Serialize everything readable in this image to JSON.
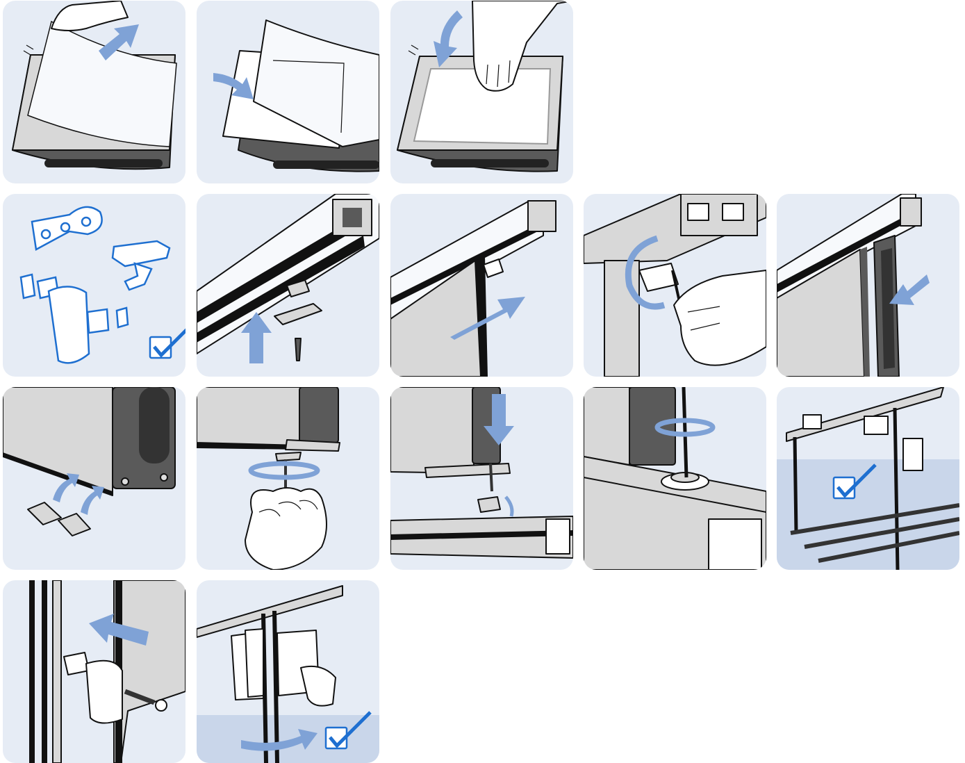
{
  "page": {
    "background": "#ffffff"
  },
  "colors": {
    "tile_background": "#e6ecf5",
    "floor": "#c9d6ea",
    "arrow": "#7fa2d6",
    "accent_blue": "#1e6fd0",
    "panel_dark": "#5a5a5a",
    "panel_light": "#d8d8d8",
    "line": "#111111"
  },
  "steps": [
    {
      "id": "s1",
      "depicts": "lift-cover-film"
    },
    {
      "id": "s2",
      "depicts": "insert-sheet"
    },
    {
      "id": "s3",
      "depicts": "press-cover-film"
    },
    {
      "id": "s4",
      "depicts": "parts-overview-check"
    },
    {
      "id": "s5",
      "depicts": "insert-slot-nut-into-profile"
    },
    {
      "id": "s6",
      "depicts": "slide-panel-into-profile"
    },
    {
      "id": "s7",
      "depicts": "tighten-with-hex-key"
    },
    {
      "id": "s8",
      "depicts": "attach-side-panel"
    },
    {
      "id": "s9",
      "depicts": "insert-nuts-into-panel-bottom"
    },
    {
      "id": "s10",
      "depicts": "turn-foot-screw-by-hand"
    },
    {
      "id": "s11",
      "depicts": "lower-panel-onto-profile"
    },
    {
      "id": "s12",
      "depicts": "fix-foot-with-key"
    },
    {
      "id": "s13",
      "depicts": "assembled-frame-check"
    },
    {
      "id": "s14",
      "depicts": "mount-hinge"
    },
    {
      "id": "s15",
      "depicts": "flip-panels-rotate-check"
    }
  ]
}
